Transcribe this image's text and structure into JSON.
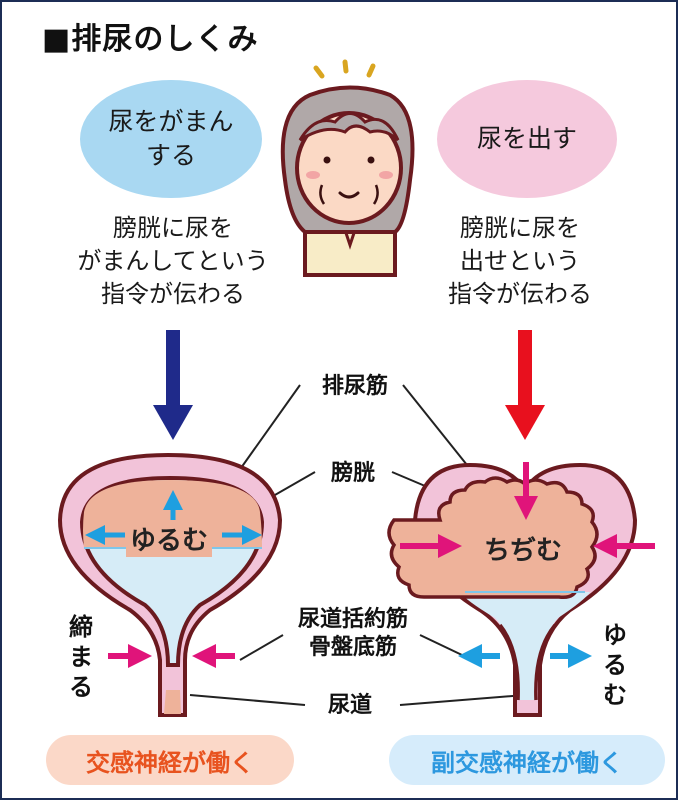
{
  "title": "■排尿のしくみ",
  "left": {
    "bubble": "尿をがまん\nする",
    "instruction": "膀胱に尿を\nがまんしてという\n指令が伝わる",
    "bladder_label": "ゆるむ",
    "sphincter_label": "締\nま\nる",
    "nerve": "交感神経が働く",
    "arrow_color": "#1f2a8a"
  },
  "right": {
    "bubble": "尿を出す",
    "instruction": "膀胱に尿を\n出せという\n指令が伝わる",
    "bladder_label": "ちぢむ",
    "sphincter_label": "ゆ\nる\nむ",
    "nerve": "副交感神経が働く",
    "arrow_color": "#e8101e"
  },
  "labels": {
    "detrusor": "排尿筋",
    "bladder": "膀胱",
    "sphincter": "尿道括約筋\n骨盤底筋",
    "urethra": "尿道"
  },
  "colors": {
    "muscle_wall": "#f2c3d9",
    "outline": "#6b1a1f",
    "bladder_inner": "#eeb29a",
    "urine": "#d6ecf7",
    "relax_arrow": "#1e9fe0",
    "contract_arrow": "#e0147a"
  }
}
